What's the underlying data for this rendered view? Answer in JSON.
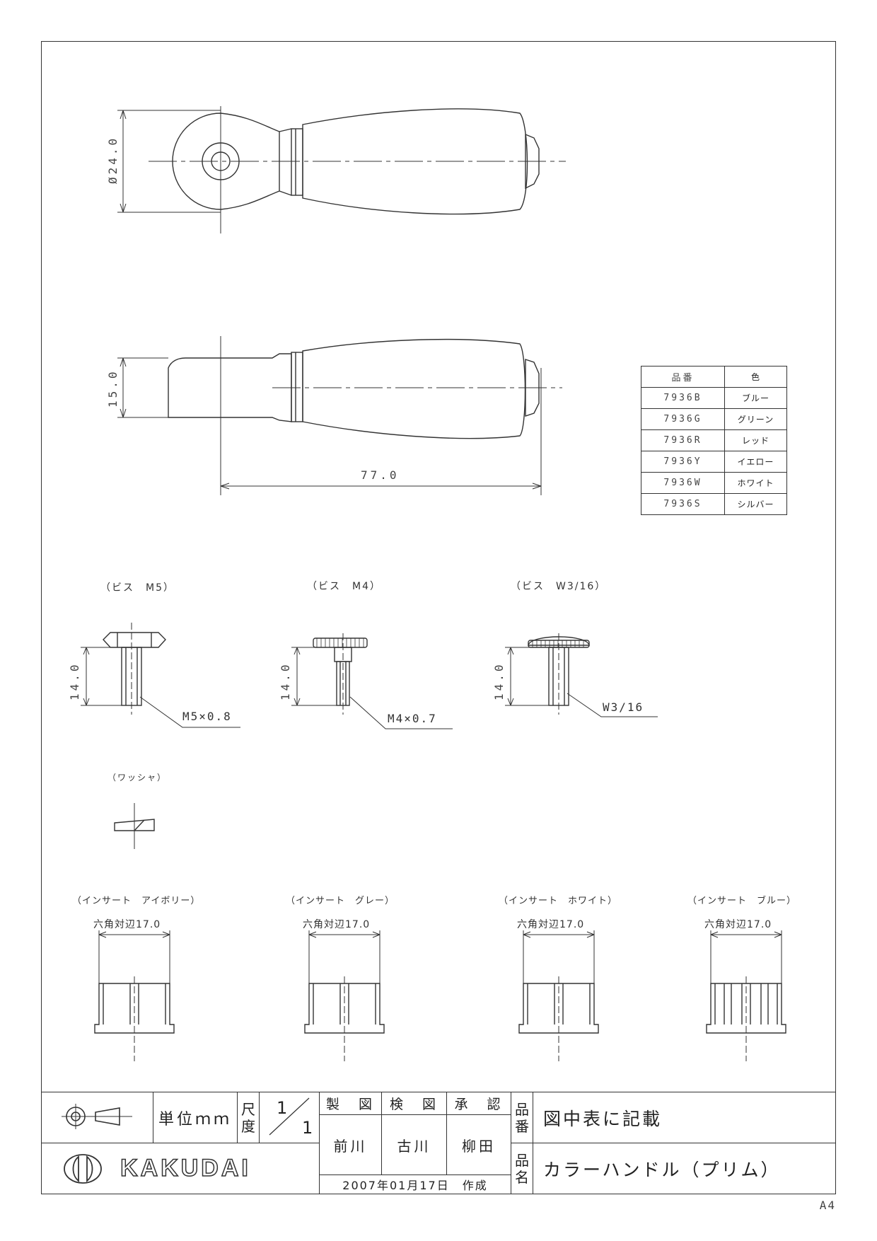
{
  "drawing": {
    "dimensions": {
      "diameter": "Ø24.0",
      "height": "15.0",
      "length": "77.0",
      "screw_length": "14.0"
    },
    "parts_table": {
      "headers": [
        "品番",
        "色"
      ],
      "rows": [
        {
          "code": "7936B",
          "color": "ブルー"
        },
        {
          "code": "7936G",
          "color": "グリーン"
        },
        {
          "code": "7936R",
          "color": "レッド"
        },
        {
          "code": "7936Y",
          "color": "イエロー"
        },
        {
          "code": "7936W",
          "color": "ホワイト"
        },
        {
          "code": "7936S",
          "color": "シルバー"
        }
      ]
    },
    "screws": [
      {
        "title": "（ビス　M5）",
        "thread": "M5×0.8"
      },
      {
        "title": "（ビス　M4）",
        "thread": "M4×0.7"
      },
      {
        "title": "（ビス　W3/16）",
        "thread": "W3/16"
      }
    ],
    "washer": {
      "title": "（ワッシャ）"
    },
    "inserts": [
      {
        "title": "（インサート　アイボリー）",
        "hex": "六角対辺17.0"
      },
      {
        "title": "（インサート　グレー）",
        "hex": "六角対辺17.0"
      },
      {
        "title": "（インサート　ホワイト）",
        "hex": "六角対辺17.0"
      },
      {
        "title": "（インサート　ブルー）",
        "hex": "六角対辺17.0"
      }
    ],
    "paper_size": "A4"
  },
  "title_block": {
    "unit": "単位ｍｍ",
    "scale_label": "尺度",
    "scale_num": "1",
    "scale_den": "1",
    "drawn_label": "製　図",
    "checked_label": "検　図",
    "approved_label": "承　認",
    "drawn_by": "前川",
    "checked_by": "古川",
    "approved_by": "柳田",
    "part_no_label": "品番",
    "part_no_value": "図中表に記載",
    "part_name_label": "品名",
    "part_name_value": "カラーハンドル（プリム）",
    "company": "KAKUDAI",
    "date": "2007年01月17日　作成"
  }
}
